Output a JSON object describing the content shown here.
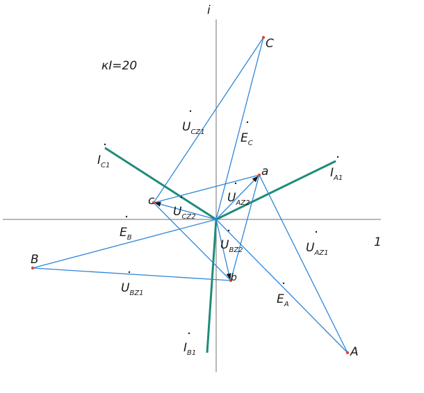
{
  "coefficient_label": "кI=20",
  "axes": {
    "x_label": "1",
    "y_label": "i"
  },
  "colors": {
    "axis": "#707070",
    "vector": "#2e86d8",
    "current": "#1e8c7a",
    "point": "#e0463a"
  },
  "points": {
    "A": [
      500,
      508
    ],
    "B": [
      47,
      386
    ],
    "C": [
      379,
      54
    ],
    "a": [
      373,
      252
    ],
    "b": [
      332,
      404
    ],
    "c": [
      221,
      292
    ],
    "O": [
      311,
      316
    ]
  },
  "point_labels": [
    {
      "id": "A",
      "text": "A"
    },
    {
      "id": "B",
      "text": "B"
    },
    {
      "id": "C",
      "text": "C"
    },
    {
      "id": "a",
      "text": "a"
    },
    {
      "id": "b",
      "text": "b"
    },
    {
      "id": "c",
      "text": "c"
    }
  ],
  "vector_labels": [
    {
      "key": "EA",
      "main": "E",
      "sub": "A"
    },
    {
      "key": "EB",
      "main": "E",
      "sub": "B"
    },
    {
      "key": "EC",
      "main": "E",
      "sub": "C"
    },
    {
      "key": "UAZ1",
      "main": "U",
      "sub": "AZ1"
    },
    {
      "key": "UBZ1",
      "main": "U",
      "sub": "BZ1"
    },
    {
      "key": "UCZ1",
      "main": "U",
      "sub": "CZ1"
    },
    {
      "key": "UAZ2",
      "main": "U",
      "sub": "AZ2"
    },
    {
      "key": "UBZ2",
      "main": "U",
      "sub": "BZ2"
    },
    {
      "key": "UCZ2",
      "main": "U",
      "sub": "CZ2"
    },
    {
      "key": "IA1",
      "main": "I",
      "sub": "A1"
    },
    {
      "key": "IB1",
      "main": "I",
      "sub": "B1"
    },
    {
      "key": "IC1",
      "main": "I",
      "sub": "C1"
    }
  ]
}
